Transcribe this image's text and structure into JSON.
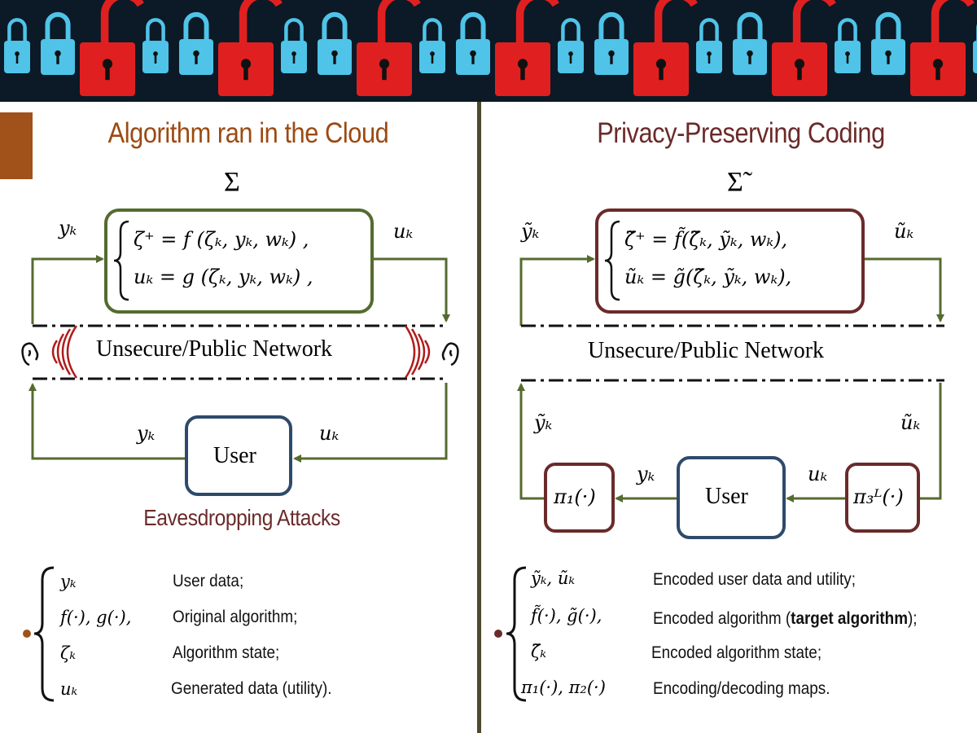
{
  "banner": {
    "icon": "padlock-pattern",
    "lock_colors": {
      "closed": "#4fc3e8",
      "open": "#e02020",
      "background": "#0b1a26"
    }
  },
  "colors": {
    "left_title": "#9c4a12",
    "right_title": "#6b2a2a",
    "flow_line": "#556b2f",
    "user_box": "#2e4a6b",
    "system_box_left": "#556b2f",
    "system_box_right": "#6b2a2a",
    "divider": "#4f4a2a",
    "eavesdrop": "#b01c1c"
  },
  "left": {
    "title": "Algorithm ran in the Cloud",
    "system_symbol": "Σ",
    "equations": [
      "ζ⁺ = f (ζₖ, yₖ, wₖ) ,",
      "uₖ = g (ζₖ, yₖ, wₖ) ,"
    ],
    "input_label": "yₖ",
    "output_label": "uₖ",
    "network_label": "Unsecure/Public Network",
    "user_label": "User",
    "user_out_label": "yₖ",
    "user_in_label": "uₖ",
    "attack_label": "Eavesdropping Attacks",
    "legend": [
      {
        "symbol": "yₖ",
        "text": "User data;"
      },
      {
        "symbol": "f(·), g(·),",
        "text": "Original algorithm;"
      },
      {
        "symbol": "ζₖ",
        "text": "Algorithm state;"
      },
      {
        "symbol": "uₖ",
        "text": "Generated data (utility)."
      }
    ]
  },
  "right": {
    "title": "Privacy-Preserving Coding",
    "system_symbol": "Σ̃",
    "equations": [
      "ζ̃⁺ = f̃(ζ̃ₖ, ỹₖ, wₖ),",
      "ũₖ = g̃(ζ̃ₖ, ỹₖ, wₖ),"
    ],
    "input_label": "ỹₖ",
    "output_label": "ũₖ",
    "network_label": "Unsecure/Public Network",
    "encoded_out_label": "ỹₖ",
    "encoded_in_label": "ũₖ",
    "encoder_label": "π₁(·)",
    "decoder_label": "π₃ᴸ(·)",
    "user_label": "User",
    "user_out_label": "yₖ",
    "user_in_label": "uₖ",
    "legend": [
      {
        "symbol": "ỹₖ, ũₖ",
        "text": "Encoded user data and utility;"
      },
      {
        "symbol": "f̃(·), g̃(·),",
        "text": "Encoded algorithm (",
        "bold": "target algorithm",
        "after": ");"
      },
      {
        "symbol": "ζ̃ₖ",
        "text": "Encoded algorithm state;"
      },
      {
        "symbol": "π₁(·), π₂(·)",
        "text": "Encoding/decoding maps."
      }
    ]
  }
}
